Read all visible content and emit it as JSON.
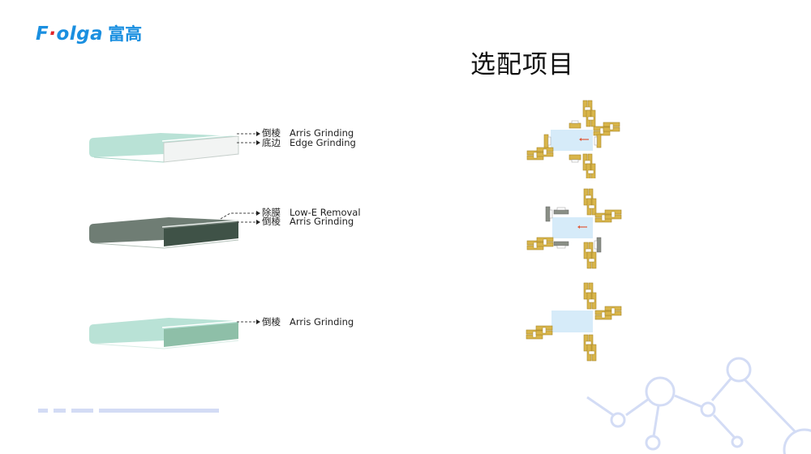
{
  "header": {
    "logo_latin_prefix": "F",
    "logo_latin_dot": "·",
    "logo_latin_suffix": "olga",
    "logo_chinese": "富高",
    "brand_color": "#1a8fe0",
    "accent_dot_color": "#e0242a"
  },
  "page_title": "选配项目",
  "glass_options": [
    {
      "id": "option-1",
      "glass_face_color": "#b9e2d6",
      "edge_color": "#f2f4f3",
      "labels": [
        {
          "cn": "倒棱",
          "en": "Arris Grinding"
        },
        {
          "cn": "底边",
          "en": "Edge Grinding"
        }
      ]
    },
    {
      "id": "option-2",
      "glass_face_color": "#6f7d74",
      "edge_color": "#3f5247",
      "labels": [
        {
          "cn": "除膜",
          "en": "Low-E Removal"
        },
        {
          "cn": "倒棱",
          "en": "Arris Grinding"
        }
      ]
    },
    {
      "id": "option-3",
      "glass_face_color": "#b9e2d6",
      "edge_color": "#8ebfa8",
      "labels": [
        {
          "cn": "倒棱",
          "en": "Arris Grinding"
        }
      ]
    }
  ],
  "tool_diagrams": [
    {
      "id": "layout-1",
      "includes": [
        "arris-wheels",
        "edge-wheels",
        "direction-arrow"
      ]
    },
    {
      "id": "layout-2",
      "includes": [
        "arris-wheels",
        "low-e-removal-wheels",
        "direction-arrow"
      ]
    },
    {
      "id": "layout-3",
      "includes": [
        "arris-wheels"
      ]
    }
  ],
  "colors": {
    "tool_gold": "#d8b54a",
    "glass_plate": "#d6ebf9",
    "arrow_red": "#e05a3a",
    "decor_blue": "#d3dcf5"
  }
}
